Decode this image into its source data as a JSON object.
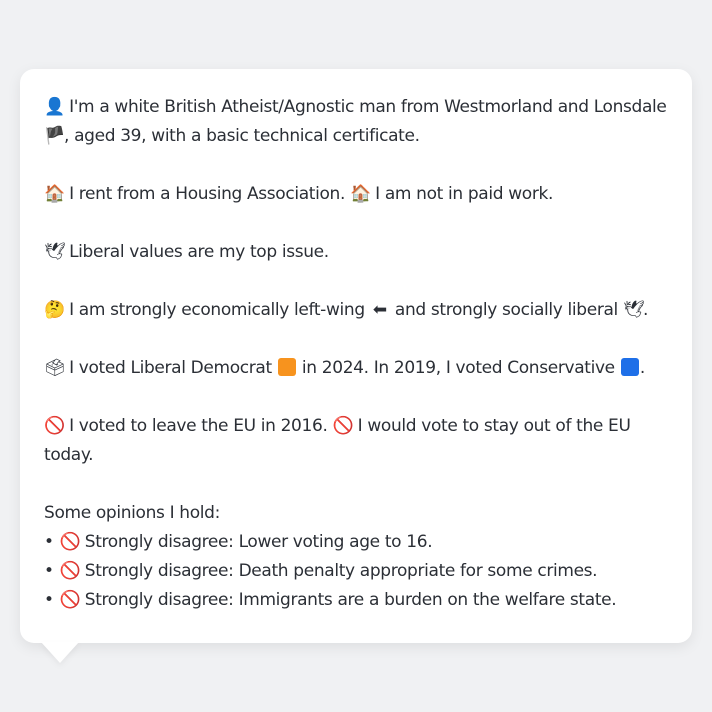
{
  "profile": {
    "identity_icon": "person-silhouette-icon",
    "identity_text_1": "I'm a white British Atheist/Agnostic man from Westmorland and Lonsdale",
    "flag_icon": "england-flag-icon",
    "identity_text_2": ", aged 39, with a basic technical certificate.",
    "housing_icon": "house-icon",
    "housing_text": "I rent from a Housing Association.",
    "work_icon": "house-icon",
    "work_text": "I am not in paid work.",
    "issue_icon": "dove-icon",
    "issue_text": "Liberal values are my top issue.",
    "ideology_icon": "thinking-face-icon",
    "ideology_text_1": "I am strongly economically left-wing",
    "left_arrow_icon": "left-arrow-icon",
    "ideology_text_2": "and strongly socially liberal",
    "liberal_icon": "dove-icon",
    "ideology_text_3": ".",
    "vote_icon": "ballot-box-icon",
    "vote_text_1": "I voted Liberal Democrat",
    "libdem_color": "#f7931e",
    "vote_text_2": "in 2024. In 2019, I voted Conservative",
    "conservative_color": "#1e6fe8",
    "vote_text_3": ".",
    "eu_icon": "prohibited-icon",
    "eu_text_1": "I voted to leave the EU in 2016.",
    "eu_icon_2": "prohibited-icon",
    "eu_text_2": "I would vote to stay out of the EU today.",
    "opinions_heading": "Some opinions I hold:",
    "opinions": [
      {
        "bullet": "•",
        "icon": "prohibited-icon",
        "text": "Strongly disagree: Lower voting age to 16."
      },
      {
        "bullet": "•",
        "icon": "prohibited-icon",
        "text": "Strongly disagree: Death penalty appropriate for some crimes."
      },
      {
        "bullet": "•",
        "icon": "prohibited-icon",
        "text": "Strongly disagree: Immigrants are a burden on the welfare state."
      }
    ]
  }
}
